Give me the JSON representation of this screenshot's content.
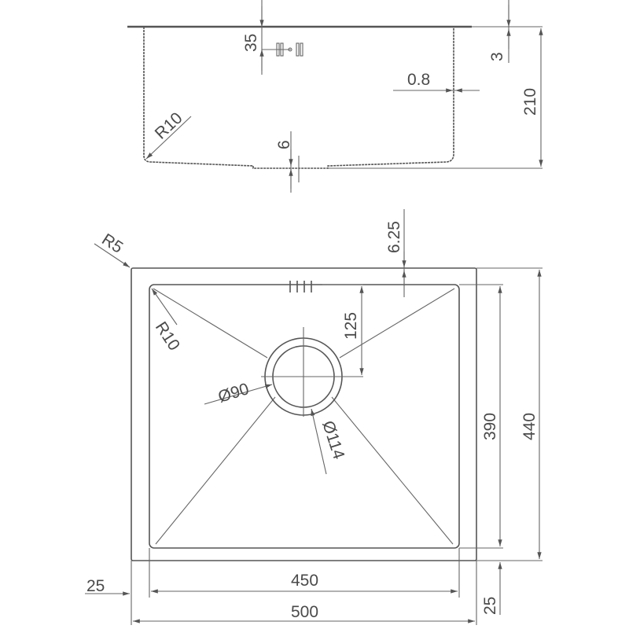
{
  "side_view": {
    "dim_flange_depth": "35",
    "dim_flange_thickness": "3",
    "dim_wall_thickness": "0.8",
    "dim_total_depth": "210",
    "dim_corner_radius": "R10",
    "dim_drain_step": "6"
  },
  "plan_view": {
    "dim_outer_corner_radius": "R5",
    "dim_inner_corner_radius": "R10",
    "dim_top_offset": "6.25",
    "dim_drain_offset": "125",
    "dim_drain_inner_diameter": "Ø90",
    "dim_drain_outer_diameter": "Ø114",
    "dim_inner_depth": "390",
    "dim_outer_depth": "440",
    "dim_inner_width": "450",
    "dim_outer_width": "500",
    "dim_left_rim": "25",
    "dim_bottom_rim": "25"
  },
  "colors": {
    "line": "#555555",
    "text": "#4a4a4a"
  }
}
